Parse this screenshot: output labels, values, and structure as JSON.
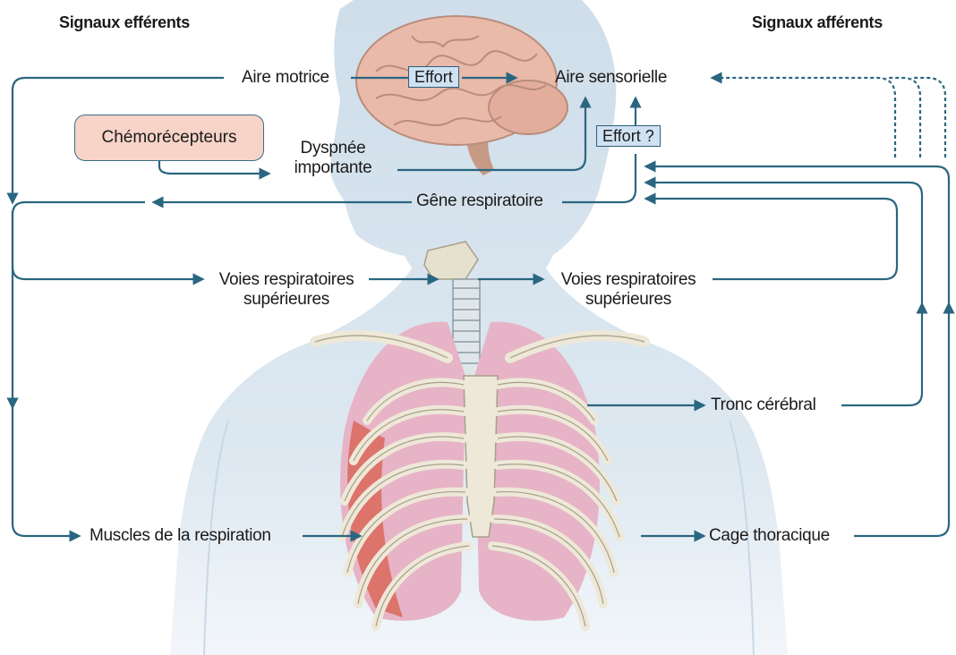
{
  "headers": {
    "efferent": "Signaux efférents",
    "afferent": "Signaux afférents"
  },
  "labels": {
    "motor_area": "Aire motrice",
    "sensory_area": "Aire sensorielle",
    "effort": "Effort",
    "effort_question": "Effort ?",
    "chemoreceptors": "Chémorécepteurs",
    "dyspnea_line1": "Dyspnée",
    "dyspnea_line2": "importante",
    "respiratory_discomfort": "Gêne respiratoire",
    "upper_airways_left_line1": "Voies respiratoires",
    "upper_airways_left_line2": "supérieures",
    "upper_airways_right_line1": "Voies respiratoires",
    "upper_airways_right_line2": "supérieures",
    "brainstem": "Tronc cérébral",
    "breathing_muscles": "Muscles de la respiration",
    "rib_cage": "Cage thoracique"
  },
  "colors": {
    "arrow": "#2b6680",
    "silhouette": "#d6e4ef",
    "effort_box": "#cfe2f3",
    "chemo_box": "#f7d3c8",
    "brain": "#e9b9a9",
    "lung": "#e6b4c6",
    "muscle": "#d9695c",
    "bone": "#eee8d8"
  },
  "icons": {
    "brain": "brain-illustration",
    "trachea": "trachea-illustration",
    "ribcage": "ribcage-lungs-illustration",
    "silhouette": "human-silhouette"
  }
}
